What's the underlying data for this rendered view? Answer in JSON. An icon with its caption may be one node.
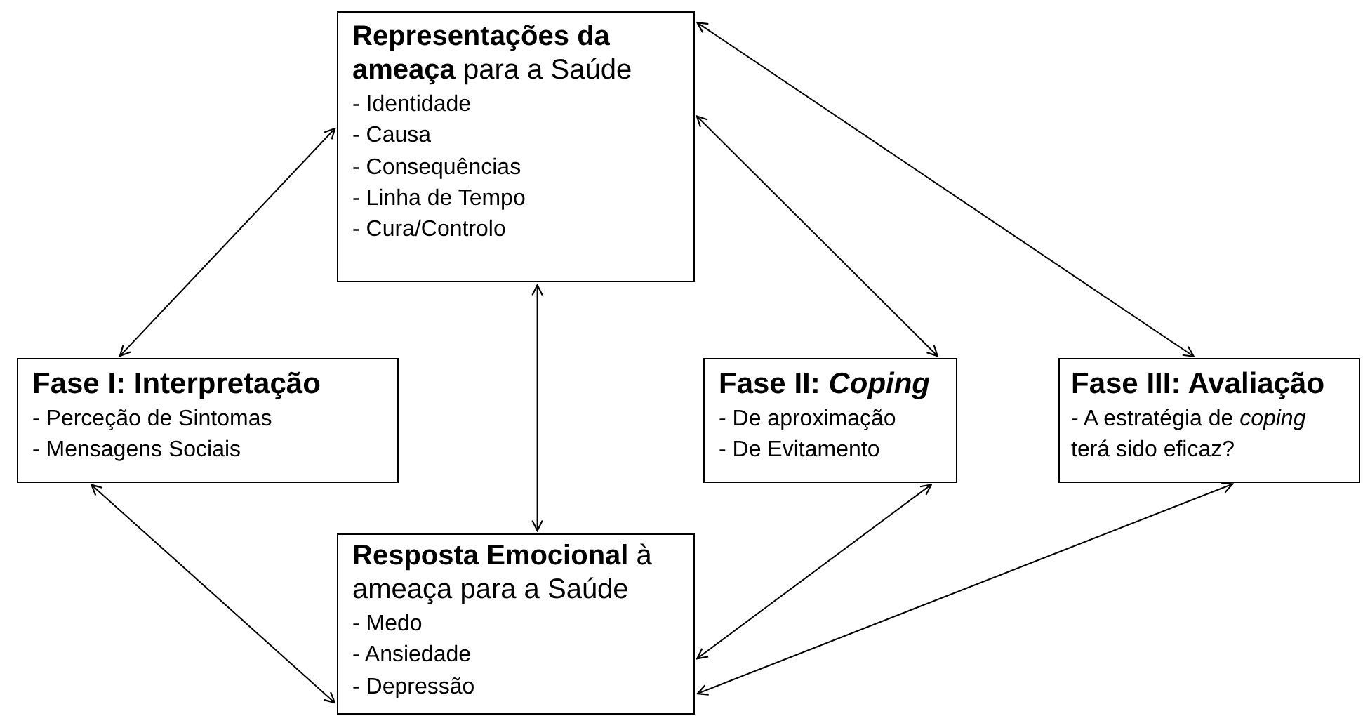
{
  "diagram": {
    "nodes": [
      {
        "text": [
          "**Representações da ameaça** para a Saúde",
          "- Identidade",
          "- Causa",
          "- Consequências",
          "- Linha de Tempo",
          "- Cura/Controlo"
        ]
      },
      {
        "text": [
          "Fase I: Interpretação",
          "- Perceção de Sintomas",
          "- Mensagens Sociais"
        ]
      },
      {
        "text": [
          "Fase II: *Coping*",
          "- De aproximação",
          "- De Evitamento"
        ]
      },
      {
        "text": [
          "Fase III: Avaliação",
          "- A estratégia de *coping* terá sido eficaz?"
        ]
      },
      {
        "text": [
          "**Resposta Emocional** à ameaça para a Saúde",
          "- Medo",
          "- Ansiedade",
          "- Depressão"
        ]
      }
    ],
    "edges": [
      {
        "from": 1,
        "to": 0,
        "arrow": "both"
      },
      {
        "from": 0,
        "to": 4,
        "arrow": "both"
      },
      {
        "from": 0,
        "to": 2,
        "arrow": "both"
      },
      {
        "from": 0,
        "to": 3,
        "arrow": "both"
      },
      {
        "from": 1,
        "to": 4,
        "arrow": "both"
      },
      {
        "from": 2,
        "to": 4,
        "arrow": "both"
      },
      {
        "from": 3,
        "to": 4,
        "arrow": "both"
      }
    ]
  }
}
